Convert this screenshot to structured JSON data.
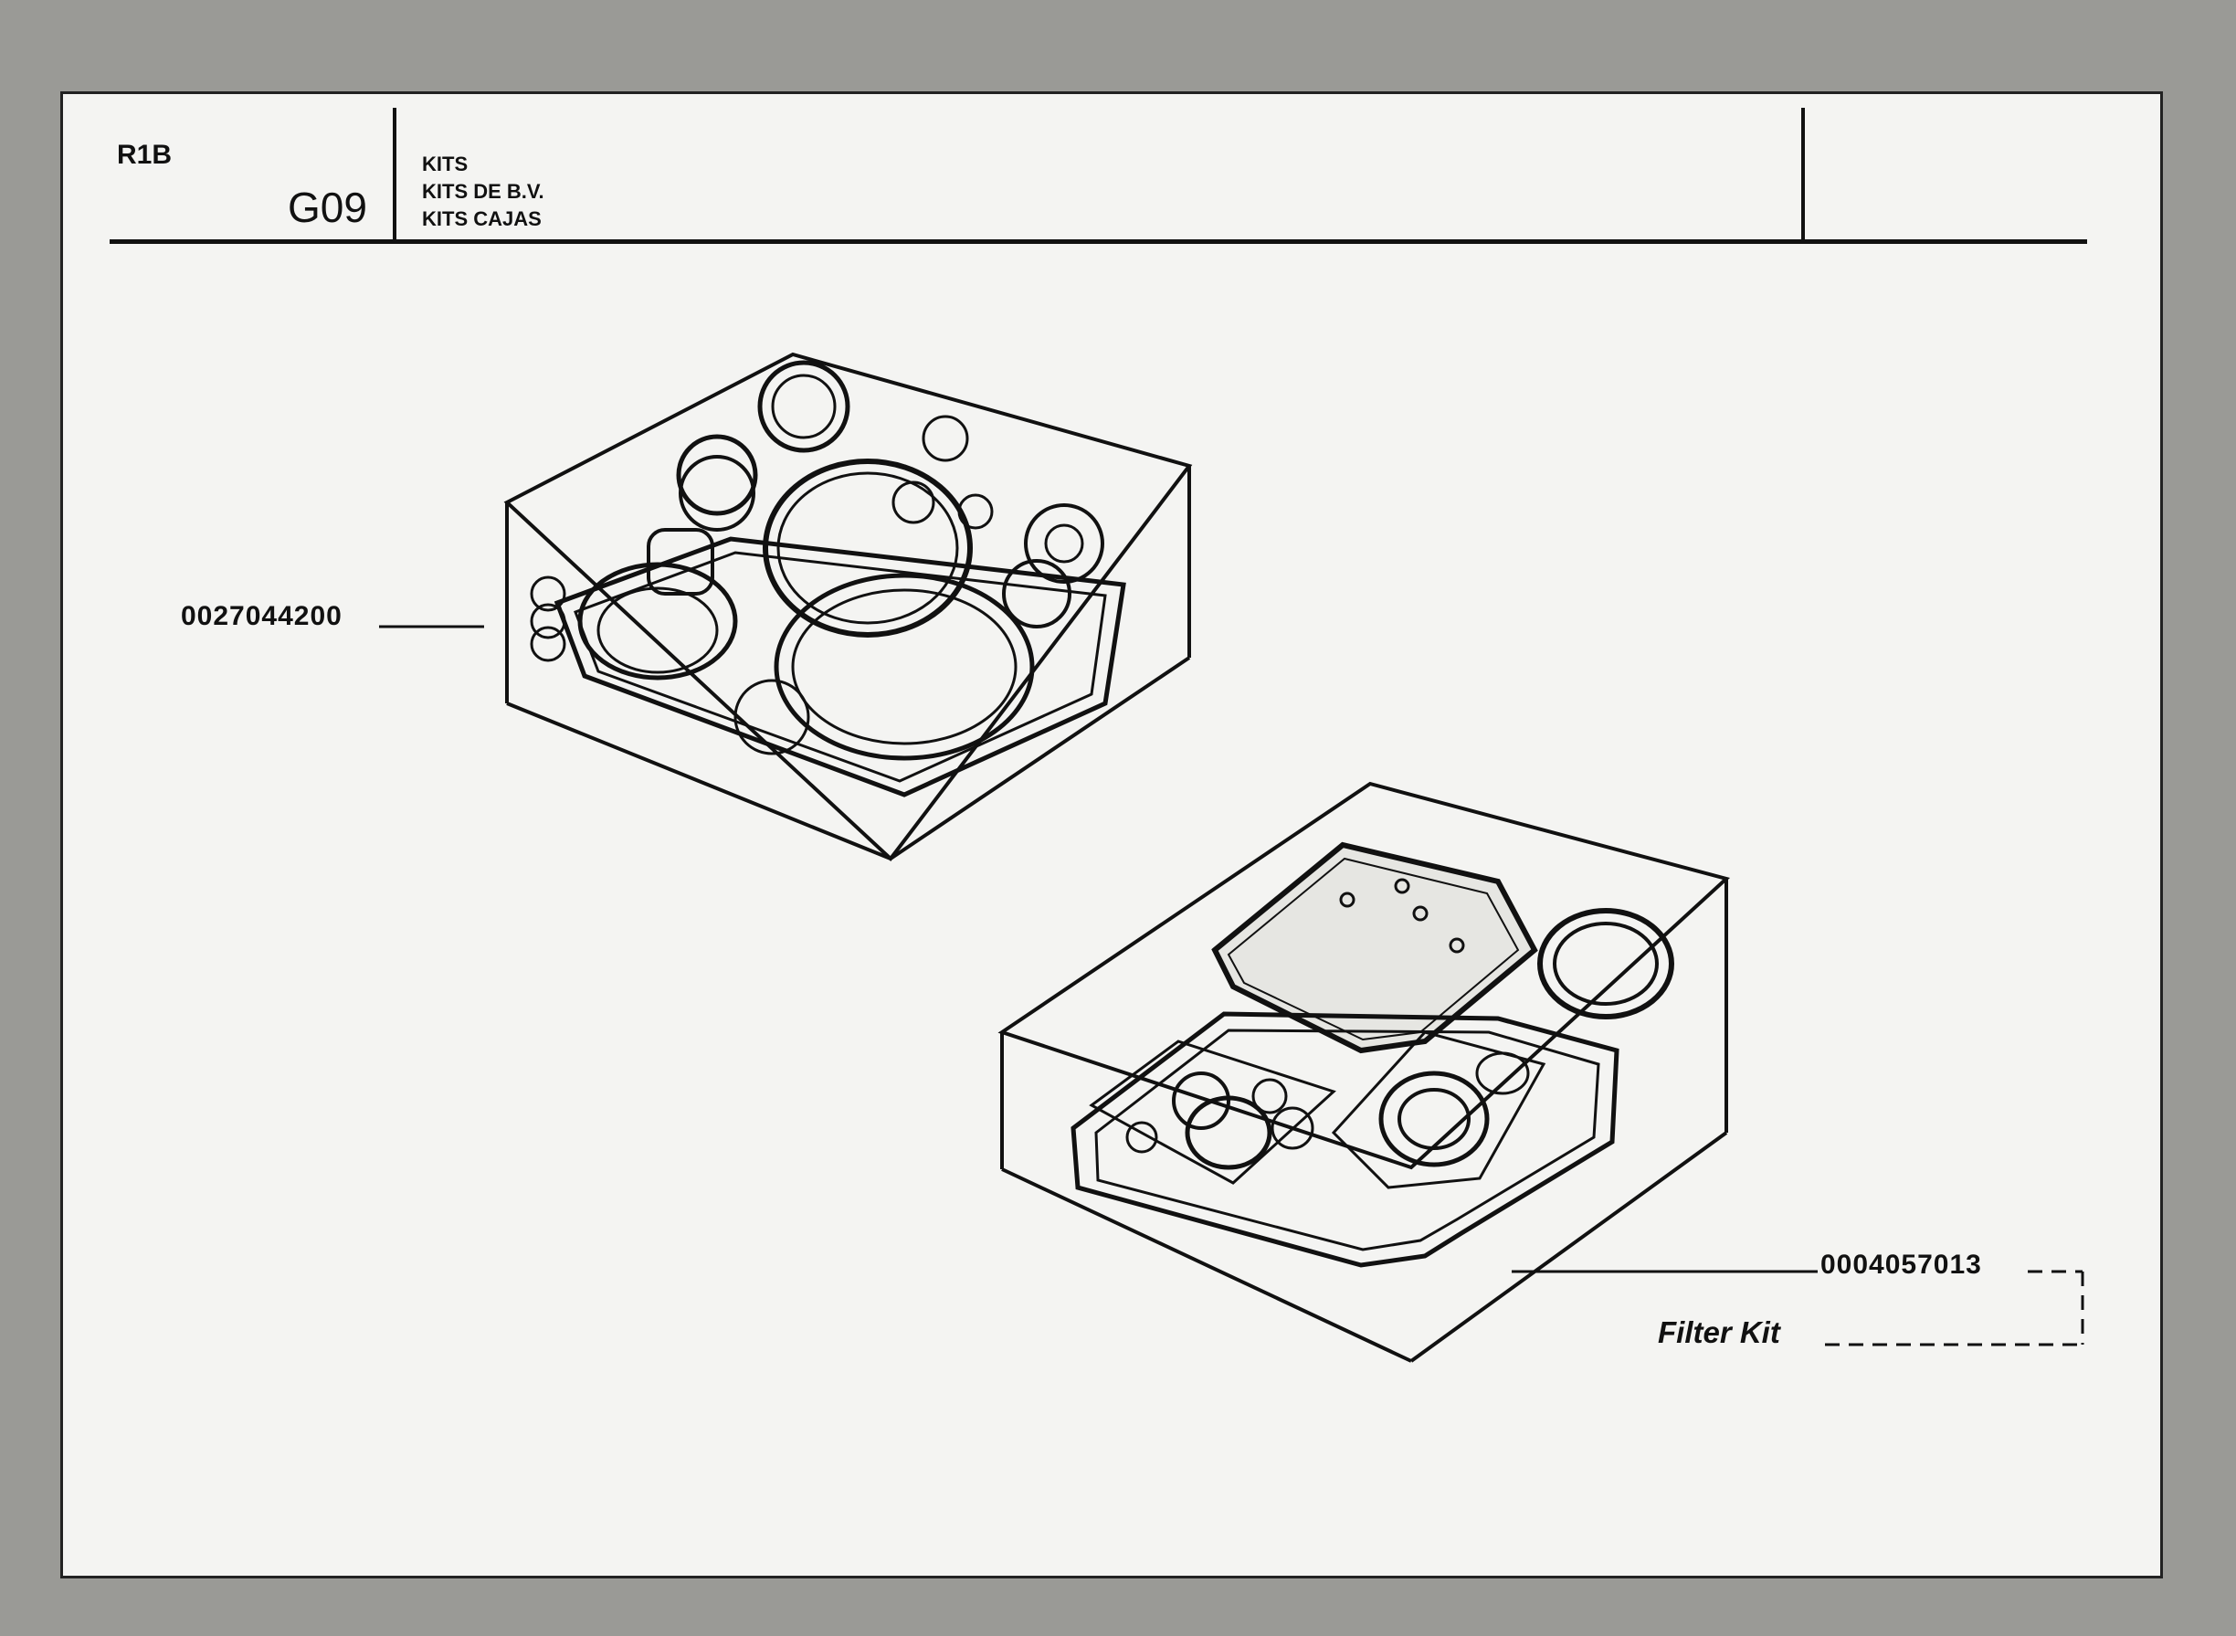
{
  "header": {
    "model_code": "R1B",
    "section_code": "G09",
    "titles": [
      "KITS",
      "KITS DE B.V.",
      "KITS CAJAS"
    ]
  },
  "parts": [
    {
      "part_number": "0027044200",
      "description": ""
    },
    {
      "part_number": "0004057013",
      "description": "Filter Kit"
    }
  ],
  "icons": [
    "gasket-kit-box-illustration",
    "filter-kit-box-illustration"
  ]
}
